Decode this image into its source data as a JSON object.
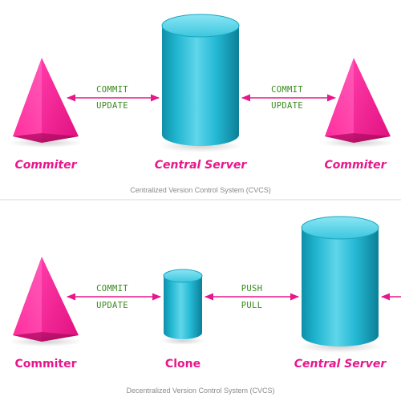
{
  "colors": {
    "accent_pink": "#e8168c",
    "arrow_text_green": "#3a8a1f",
    "cylinder_cyan": "#22b6d2",
    "caption_gray": "#8a8a8a",
    "divider_gray": "#d8d8d8"
  },
  "top_section": {
    "left_node": {
      "label": "Commiter",
      "icon": "pink-triangle-icon"
    },
    "center_node": {
      "label": "Central Server",
      "icon": "cyan-cylinder-icon"
    },
    "right_node": {
      "label": "Commiter",
      "icon": "pink-triangle-icon"
    },
    "left_arrow": {
      "top_label": "COMMIT",
      "bottom_label": "UPDATE"
    },
    "right_arrow": {
      "top_label": "COMMIT",
      "bottom_label": "UPDATE"
    },
    "caption": "Centralized Version Control System (CVCS)"
  },
  "bottom_section": {
    "left_node": {
      "label": "Commiter",
      "icon": "pink-triangle-icon"
    },
    "middle_node": {
      "label": "Clone",
      "icon": "cyan-cylinder-icon"
    },
    "right_node": {
      "label": "Central Server",
      "icon": "cyan-cylinder-icon"
    },
    "left_arrow": {
      "top_label": "COMMIT",
      "bottom_label": "UPDATE"
    },
    "right_arrow": {
      "top_label": "PUSH",
      "bottom_label": "PULL"
    },
    "caption": "Decentralized Version Control System (CVCS)"
  }
}
